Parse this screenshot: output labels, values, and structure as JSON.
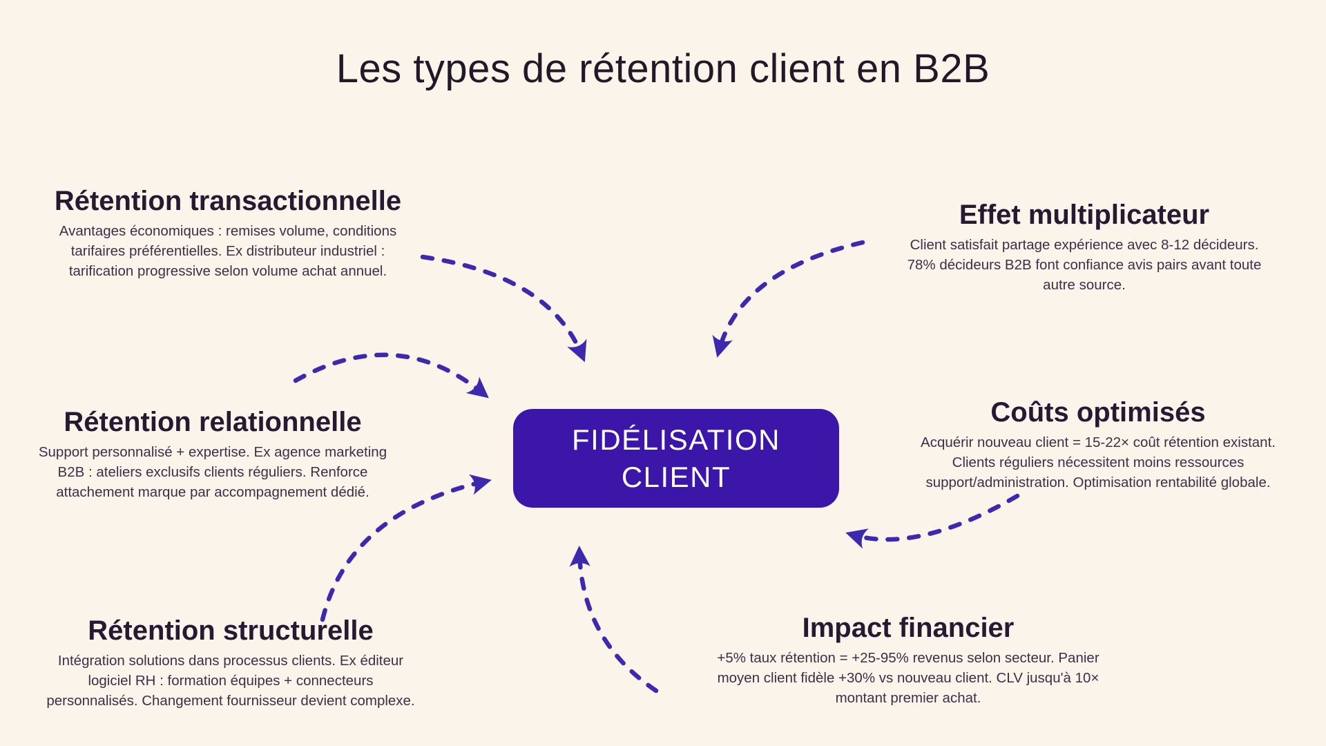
{
  "title": "Les types de rétention client en B2B",
  "center": {
    "line1": "FIDÉLISATION",
    "line2": "CLIENT"
  },
  "sections": {
    "transactionnelle": {
      "heading": "Rétention transactionnelle",
      "body": [
        "Avantages économiques : remises volume, conditions",
        "tarifaires préférentielles. Ex distributeur industriel :",
        "tarification progressive selon volume achat annuel."
      ]
    },
    "multiplicateur": {
      "heading": "Effet multiplicateur",
      "body": [
        "Client satisfait partage expérience avec 8-12 décideurs.",
        "78% décideurs B2B font confiance avis pairs avant toute",
        "autre source."
      ]
    },
    "relationnelle": {
      "heading": "Rétention relationnelle",
      "body": [
        "Support personnalisé + expertise. Ex agence marketing",
        "B2B : ateliers exclusifs clients réguliers. Renforce",
        "attachement marque par accompagnement dédié."
      ]
    },
    "couts": {
      "heading": "Coûts optimisés",
      "body": [
        "Acquérir nouveau client = 15-22× coût rétention existant.",
        "Clients réguliers nécessitent moins ressources",
        "support/administration. Optimisation rentabilité globale."
      ]
    },
    "structurelle": {
      "heading": "Rétention structurelle",
      "body": [
        "Intégration solutions dans processus clients. Ex éditeur",
        "logiciel RH : formation équipes + connecteurs",
        "personnalisés. Changement fournisseur devient complexe."
      ]
    },
    "financier": {
      "heading": "Impact financier",
      "body": [
        "+5% taux rétention = +25-95% revenus selon secteur. Panier",
        "moyen client fidèle +30% vs nouveau client. CLV jusqu'à 10×",
        "montant premier achat."
      ]
    }
  },
  "colors": {
    "bg": "#FAF4EA",
    "accent": "#3B16A9",
    "arrow": "#3D29AE",
    "ink": "#261A32",
    "body-ink": "#3A3147"
  }
}
